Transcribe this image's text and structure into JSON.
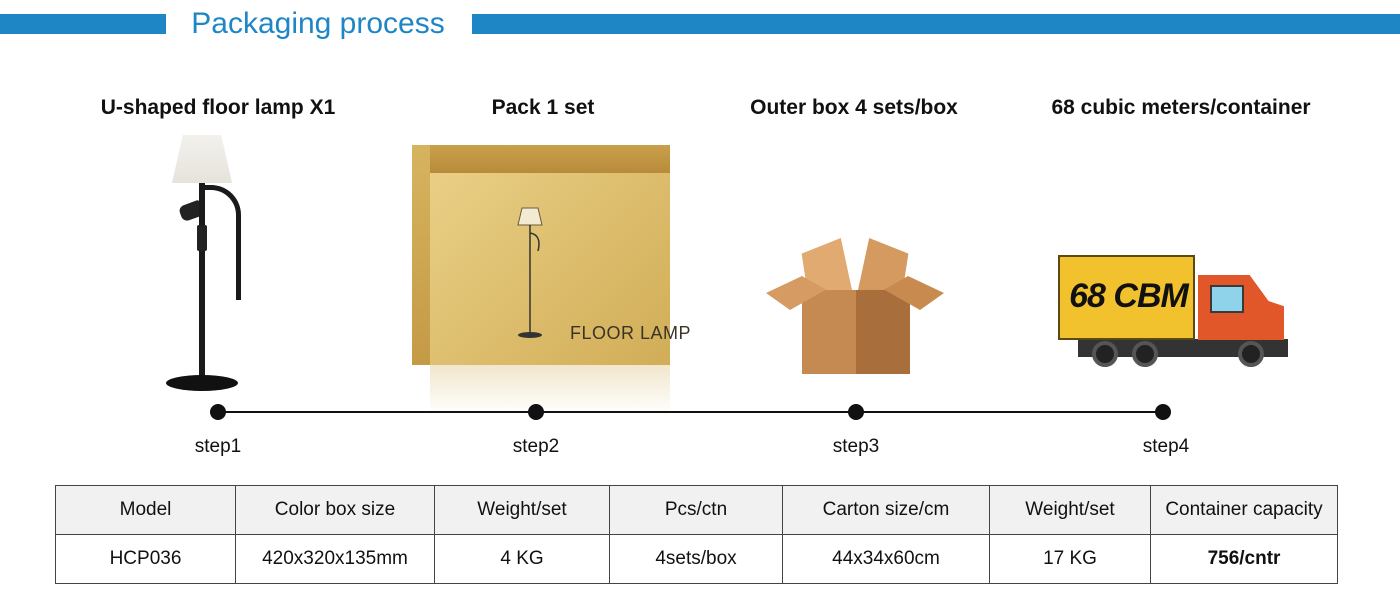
{
  "header": {
    "title": "Packaging process",
    "accent_color": "#1f86c6"
  },
  "steps": [
    {
      "title": "U-shaped floor lamp X1",
      "label": "step1",
      "illustration": "floor-lamp-icon"
    },
    {
      "title": "Pack 1 set",
      "label": "step2",
      "illustration": "color-box-icon"
    },
    {
      "title": "Outer box 4 sets/box",
      "label": "step3",
      "illustration": "open-carton-icon"
    },
    {
      "title": "68 cubic meters/container",
      "label": "step4",
      "illustration": "truck-icon"
    }
  ],
  "illustrations": {
    "color_box_text": "FLOOR LAMP",
    "truck_text": "68 CBM"
  },
  "table": {
    "headers": [
      "Model",
      "Color box size",
      "Weight/set",
      "Pcs/ctn",
      "Carton size/cm",
      "Weight/set",
      "Container capacity"
    ],
    "rows": [
      [
        "HCP036",
        "420x320x135mm",
        "4 KG",
        "4sets/box",
        "44x34x60cm",
        "17 KG",
        "756/cntr"
      ]
    ]
  }
}
